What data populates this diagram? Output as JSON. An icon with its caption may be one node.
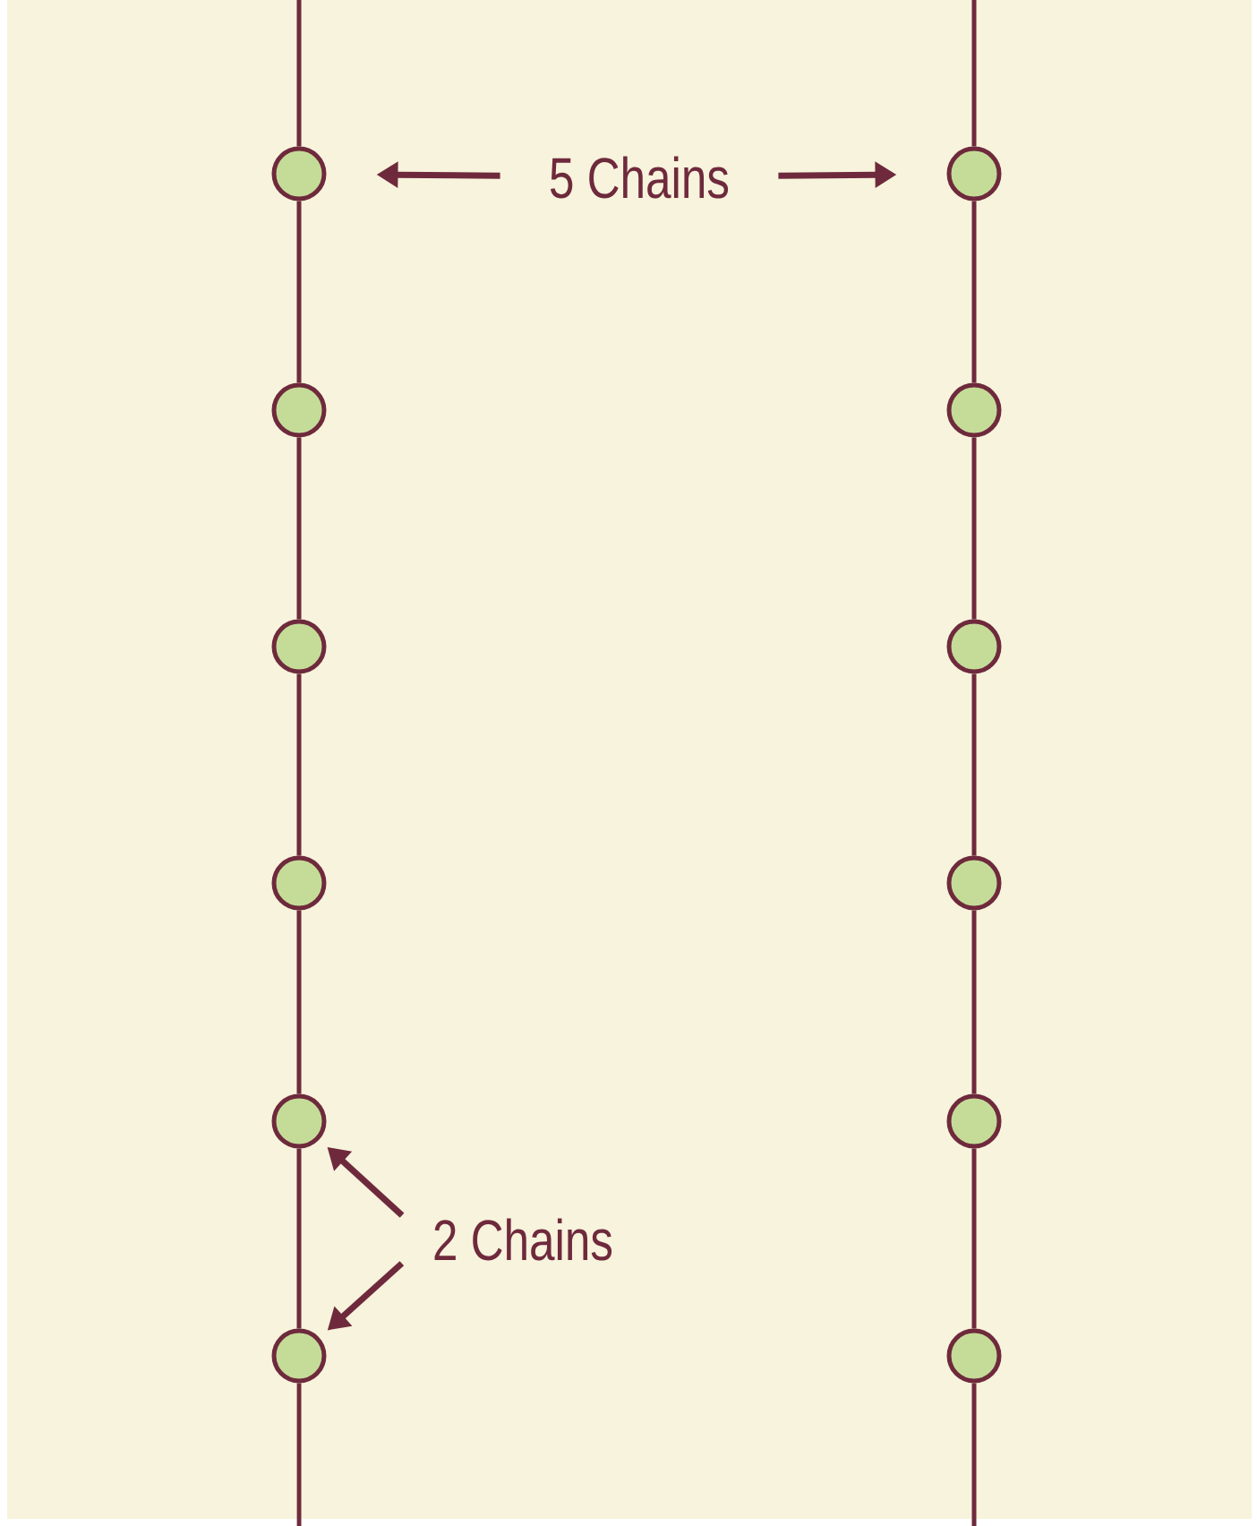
{
  "diagram": {
    "nodes": [
      {
        "text": [],
        "shape": "circle"
      },
      {
        "text": [
          "5 Chains"
        ]
      },
      {
        "text": [],
        "shape": "circle"
      },
      {
        "text": [],
        "shape": "circle"
      },
      {
        "text": [],
        "shape": "circle"
      },
      {
        "text": [],
        "shape": "circle"
      },
      {
        "text": [],
        "shape": "circle"
      },
      {
        "text": [],
        "shape": "circle"
      },
      {
        "text": [],
        "shape": "circle"
      },
      {
        "text": [],
        "shape": "circle"
      },
      {
        "text": [],
        "shape": "circle"
      },
      {
        "text": [
          "2 Chains"
        ]
      },
      {
        "text": [],
        "shape": "circle"
      },
      {
        "text": [],
        "shape": "circle"
      }
    ],
    "edges": [
      {
        "from": 1,
        "to": 0,
        "arrow": "to"
      },
      {
        "from": 1,
        "to": 2,
        "arrow": "to"
      },
      {
        "from": 11,
        "to": 9,
        "arrow": "to"
      },
      {
        "from": 11,
        "to": 12,
        "arrow": "to"
      },
      {
        "from": null,
        "to": 0,
        "arrow": "none"
      },
      {
        "from": 0,
        "to": 3,
        "arrow": "none"
      },
      {
        "from": 3,
        "to": 5,
        "arrow": "none"
      },
      {
        "from": 5,
        "to": 7,
        "arrow": "none"
      },
      {
        "from": 7,
        "to": 9,
        "arrow": "none"
      },
      {
        "from": 9,
        "to": 12,
        "arrow": "none"
      },
      {
        "from": 12,
        "to": null,
        "arrow": "none"
      },
      {
        "from": null,
        "to": 2,
        "arrow": "none"
      },
      {
        "from": 2,
        "to": 4,
        "arrow": "none"
      },
      {
        "from": 4,
        "to": 6,
        "arrow": "none"
      },
      {
        "from": 6,
        "to": 8,
        "arrow": "none"
      },
      {
        "from": 8,
        "to": 10,
        "arrow": "none"
      },
      {
        "from": 10,
        "to": 13,
        "arrow": "none"
      },
      {
        "from": 13,
        "to": null,
        "arrow": "none"
      }
    ]
  }
}
